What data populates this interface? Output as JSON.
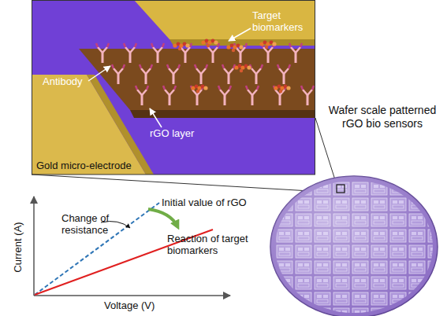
{
  "diagram": {
    "labels": [
      "Target biomarkers",
      "Antibody",
      "rGO layer",
      "Gold micro-electrode",
      "Wafer scale patterned rGO bio sensors",
      "Change of resistance",
      "Initial value of rGO",
      "Reaction of target biomarkers",
      "Current (A)",
      "Voltage (V)"
    ]
  }
}
